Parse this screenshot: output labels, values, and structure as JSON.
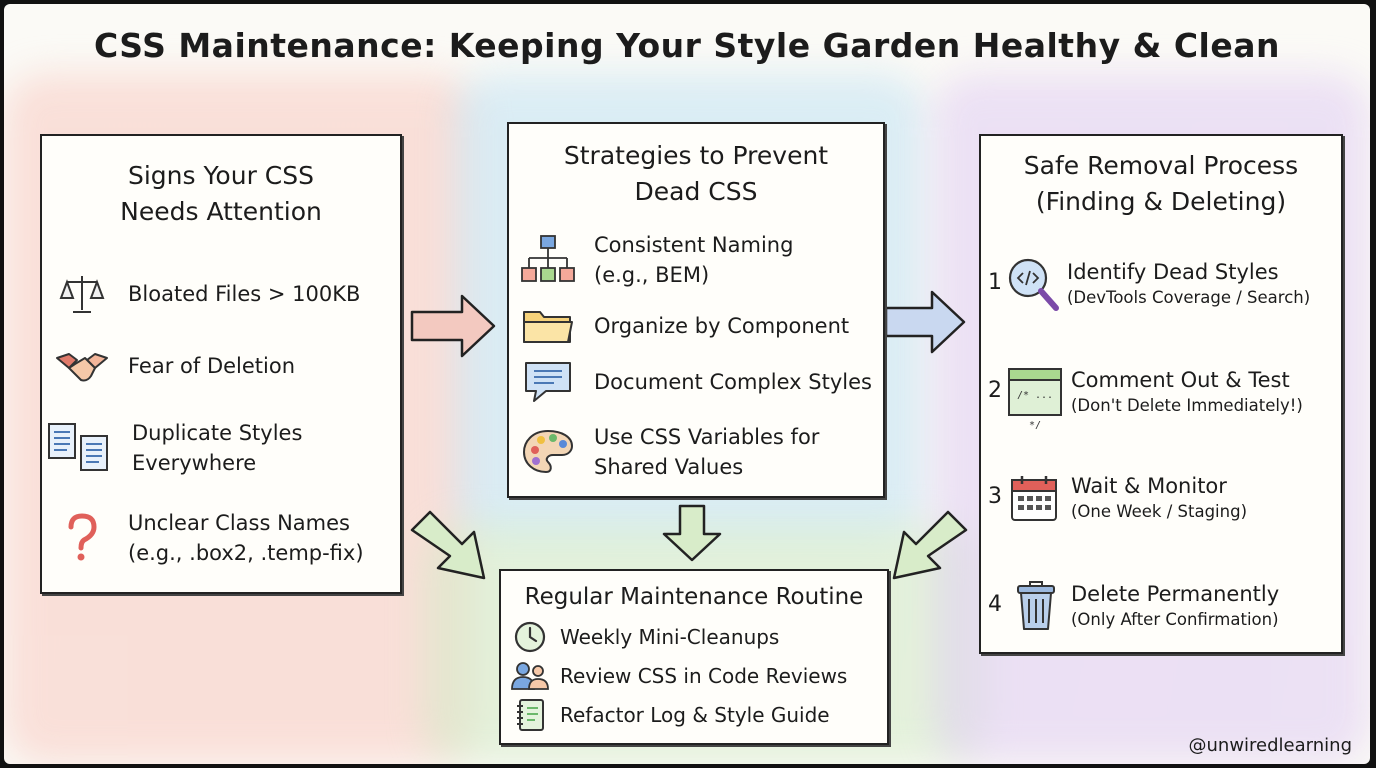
{
  "title": "CSS Maintenance: Keeping Your Style Garden Healthy & Clean",
  "signs": {
    "heading_line1": "Signs Your CSS",
    "heading_line2": "Needs Attention",
    "items": [
      {
        "icon": "scale-icon",
        "line1": "Bloated Files > 100KB",
        "line2": ""
      },
      {
        "icon": "handshake-icon",
        "line1": "Fear of Deletion",
        "line2": ""
      },
      {
        "icon": "duplicate-documents-icon",
        "line1": "Duplicate Styles",
        "line2": "Everywhere"
      },
      {
        "icon": "question-mark-icon",
        "line1": "Unclear Class Names",
        "line2": "(e.g., .box2, .temp-fix)"
      }
    ]
  },
  "strategies": {
    "heading_line1": "Strategies to Prevent",
    "heading_line2": "Dead CSS",
    "items": [
      {
        "icon": "hierarchy-icon",
        "line1": "Consistent Naming",
        "line2": "(e.g., BEM)"
      },
      {
        "icon": "folder-icon",
        "line1": "Organize by Component",
        "line2": ""
      },
      {
        "icon": "speech-bubble-icon",
        "line1": "Document Complex Styles",
        "line2": ""
      },
      {
        "icon": "palette-icon",
        "line1": "Use CSS Variables for",
        "line2": "Shared Values"
      }
    ]
  },
  "removal": {
    "heading_line1": "Safe Removal Process",
    "heading_line2": "(Finding & Deleting)",
    "steps": [
      {
        "number": "1",
        "icon": "code-magnifier-icon",
        "title": "Identify Dead Styles",
        "sub": "(DevTools Coverage / Search)"
      },
      {
        "number": "2",
        "icon": "comment-window-icon",
        "icon_text": "/* ... */",
        "title": "Comment Out & Test",
        "sub": "(Don't Delete Immediately!)"
      },
      {
        "number": "3",
        "icon": "calendar-icon",
        "title": "Wait & Monitor",
        "sub": "(One Week / Staging)"
      },
      {
        "number": "4",
        "icon": "trash-can-icon",
        "title": "Delete Permanently",
        "sub": "(Only After Confirmation)"
      }
    ]
  },
  "routine": {
    "heading": "Regular Maintenance Routine",
    "items": [
      {
        "icon": "clock-icon",
        "label": "Weekly Mini-Cleanups"
      },
      {
        "icon": "people-icon",
        "label": "Review CSS in Code Reviews"
      },
      {
        "icon": "notebook-icon",
        "label": "Refactor Log & Style Guide"
      }
    ]
  },
  "credit": "@unwiredlearning",
  "colors": {
    "signs_wash": "#f6b3a8",
    "strategies_wash": "#a9d6ef",
    "routine_wash": "#bfe3b0",
    "removal_wash": "#d3b8ee"
  }
}
